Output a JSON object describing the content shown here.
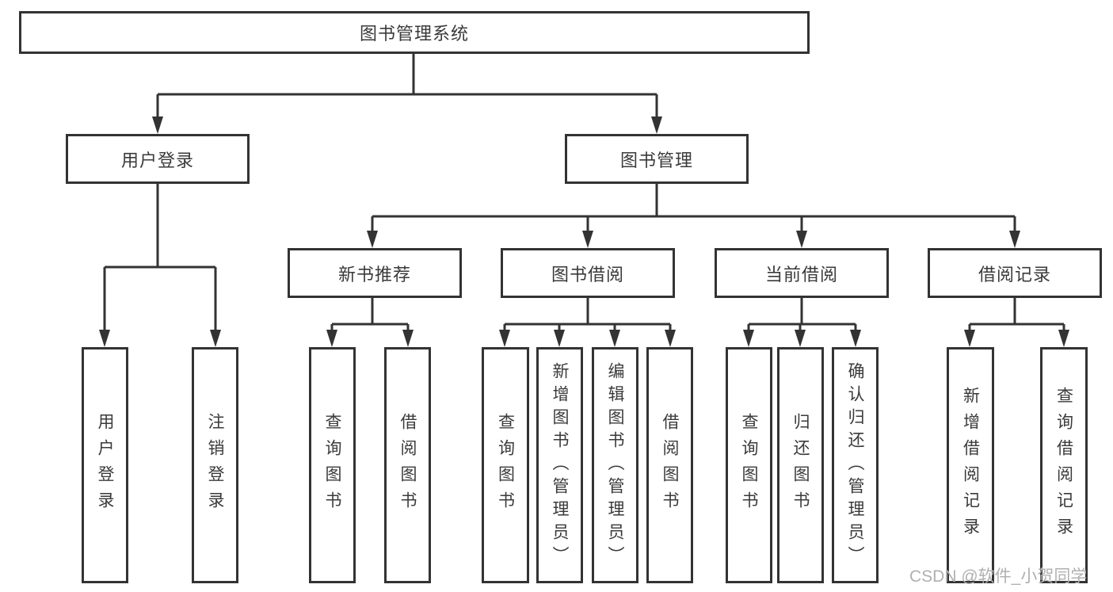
{
  "colors": {
    "background": "#ffffff",
    "line": "#333333",
    "box_border": "#333333",
    "label_text": "#3a3a3a",
    "watermark_text": "#b0b0b0"
  },
  "tree": {
    "root": {
      "label": "图书管理系统",
      "children": [
        {
          "label": "用户登录",
          "children": [
            {
              "label": "用户登录"
            },
            {
              "label": "注销登录"
            }
          ]
        },
        {
          "label": "图书管理",
          "children": [
            {
              "label": "新书推荐",
              "children": [
                {
                  "label": "查询图书"
                },
                {
                  "label": "借阅图书"
                }
              ]
            },
            {
              "label": "图书借阅",
              "children": [
                {
                  "label": "查询图书"
                },
                {
                  "label": "新增图书（管理员）"
                },
                {
                  "label": "编辑图书（管理员）"
                },
                {
                  "label": "借阅图书"
                }
              ]
            },
            {
              "label": "当前借阅",
              "children": [
                {
                  "label": "查询图书"
                },
                {
                  "label": "归还图书"
                },
                {
                  "label": "确认归还（管理员）"
                }
              ]
            },
            {
              "label": "借阅记录",
              "children": [
                {
                  "label": "新增借阅记录"
                },
                {
                  "label": "查询借阅记录"
                }
              ]
            }
          ]
        }
      ]
    }
  },
  "watermark": {
    "text": "CSDN @软件_小贺同学"
  }
}
